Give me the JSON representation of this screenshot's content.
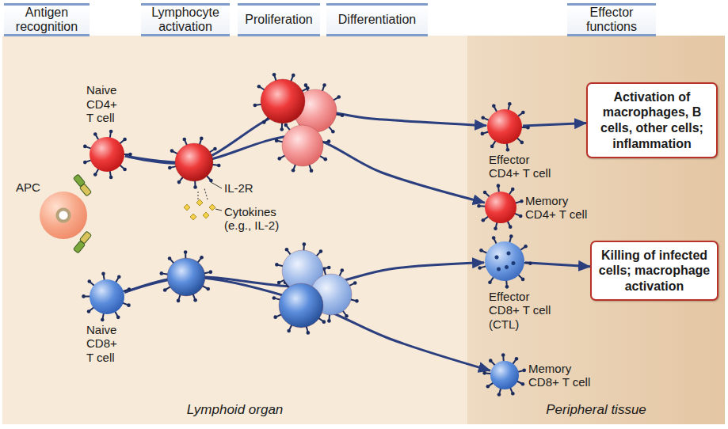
{
  "diagram": {
    "nodes": [
      {
        "text": [
          "Antigen recognition"
        ]
      },
      {
        "text": [
          "Lymphocyte activation"
        ]
      },
      {
        "text": [
          "Proliferation"
        ]
      },
      {
        "text": [
          "Differentiation"
        ]
      },
      {
        "text": [
          "Effector functions"
        ]
      },
      {
        "text": [
          "Lymphoid organ"
        ]
      },
      {
        "text": [
          "Peripheral tissue"
        ]
      },
      {
        "text": [
          "APC"
        ],
        "in": 5
      },
      {
        "text": [
          "Naive CD4+ T cell"
        ],
        "in": 5
      },
      {
        "text": [
          "Naive CD8+ T cell"
        ],
        "in": 5
      },
      {
        "text": [
          "Effector CD4+ T cell"
        ],
        "in": 6
      },
      {
        "text": [
          "Activation of macrophages, B cells, other cells; inflammation"
        ],
        "in": 6
      },
      {
        "text": [
          "Memory CD4+ T cell"
        ],
        "in": 6
      },
      {
        "text": [
          "Effector CD8+ T cell (CTL)"
        ],
        "in": 6
      },
      {
        "text": [
          "Killing of infected cells; macrophage activation"
        ],
        "in": 6
      },
      {
        "text": [
          "Memory CD8+ T cell"
        ],
        "in": 6
      }
    ],
    "edges": [
      {
        "from": 8,
        "to": 10,
        "arrow": "to"
      },
      {
        "from": 8,
        "to": 12,
        "arrow": "to"
      },
      {
        "from": 9,
        "to": 13,
        "arrow": "to"
      },
      {
        "from": 9,
        "to": 15,
        "arrow": "to"
      },
      {
        "from": 10,
        "to": 11,
        "arrow": "to"
      },
      {
        "from": 13,
        "to": 14,
        "arrow": "to"
      }
    ],
    "labels": [
      "IL-2R",
      "Cytokines (e.g., IL-2)"
    ]
  }
}
